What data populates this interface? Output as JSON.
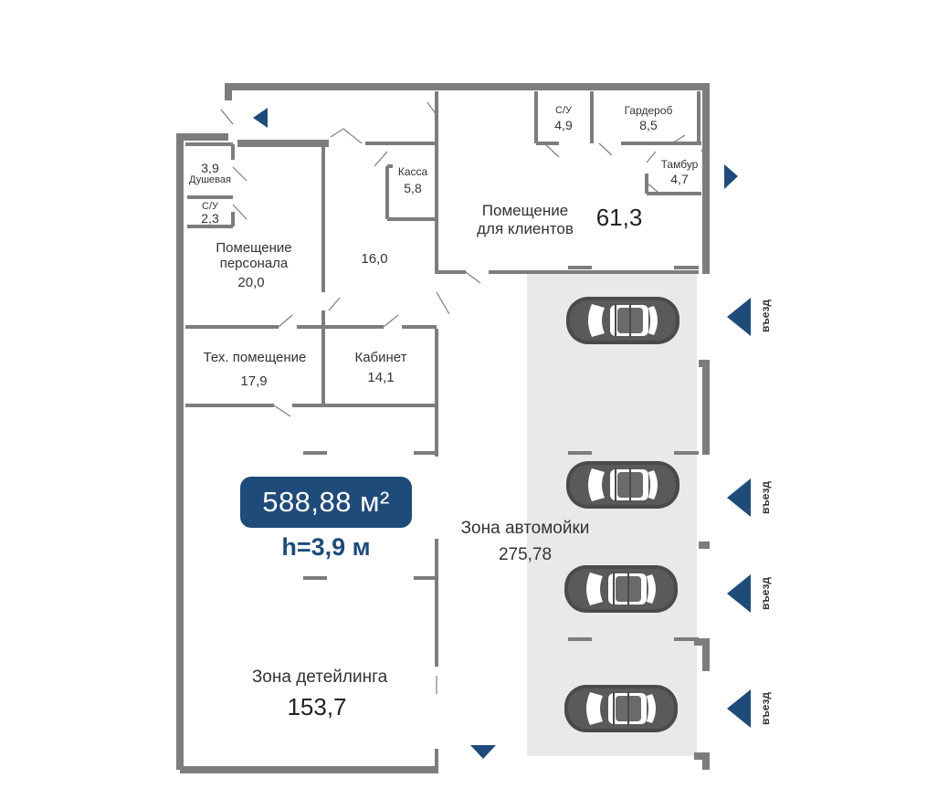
{
  "colors": {
    "wall": "#7d7d80",
    "wash_zone_fill": "#e8e9ea",
    "accent": "#1f4b7a",
    "door": "#7d7d80",
    "car_body": "#4a4a4a",
    "car_glass": "#ffffff"
  },
  "summary": {
    "total_area": "588,88 м²",
    "height": "h=3,9 м"
  },
  "rooms": {
    "shower": {
      "area": "3,9",
      "name": "Душевая"
    },
    "wc_staff": {
      "name": "С/У",
      "area": "2,3"
    },
    "staff_room": {
      "name_line1": "Помещение",
      "name_line2": "персонала",
      "area": "20,0"
    },
    "room_16": {
      "area": "16,0"
    },
    "cashier": {
      "name": "Касса",
      "area": "5,8"
    },
    "wc_client": {
      "name": "С/У",
      "area": "4,9"
    },
    "wardrobe": {
      "name": "Гардероб",
      "area": "8,5"
    },
    "vestibule": {
      "name": "Тамбур",
      "area": "4,7"
    },
    "client_room": {
      "name_line1": "Помещение",
      "name_line2": "для клиентов",
      "area": "61,3"
    },
    "tech_room": {
      "name": "Тех. помещение",
      "area": "17,9"
    },
    "office": {
      "name": "Кабинет",
      "area": "14,1"
    },
    "wash_zone": {
      "name": "Зона автомойки",
      "area": "275,78"
    },
    "detailing_zone": {
      "name": "Зона детейлинга",
      "area": "153,7"
    }
  },
  "entries": [
    {
      "label": "въезд"
    },
    {
      "label": "въезд"
    },
    {
      "label": "въезд"
    },
    {
      "label": "въезд"
    }
  ],
  "icons": {
    "entry_arrow": "triangle-left-icon",
    "exit_arrow_top": "triangle-left-icon",
    "exit_arrow_right": "triangle-right-icon",
    "exit_arrow_bottom": "triangle-down-icon",
    "car": "car-top-view-icon"
  }
}
